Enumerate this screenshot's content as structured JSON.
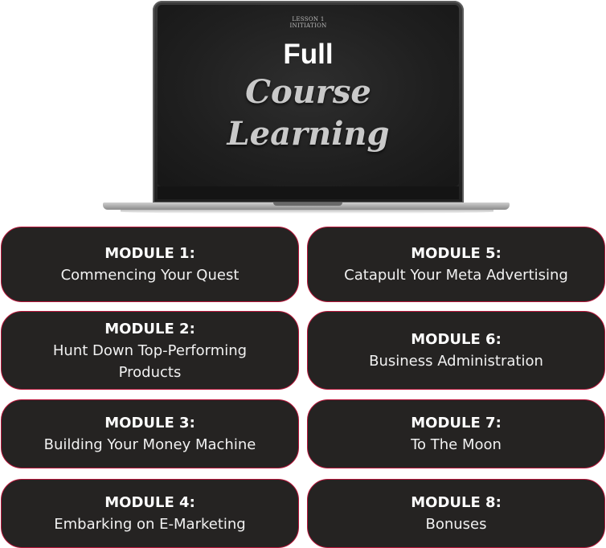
{
  "screen": {
    "lesson_line1": "LESSON 1",
    "lesson_line2": "INITIATION",
    "title_line1": "Full",
    "title_line2": "Course",
    "title_line3": "Learning"
  },
  "modules": [
    {
      "title": "MODULE 1:",
      "subtitle_lines": [
        "Commencing Your Quest"
      ]
    },
    {
      "title": "MODULE 2:",
      "subtitle_lines": [
        "Hunt Down Top-Performing",
        "Products"
      ]
    },
    {
      "title": "MODULE 3:",
      "subtitle_lines": [
        "Building Your Money Machine"
      ]
    },
    {
      "title": "MODULE 4:",
      "subtitle_lines": [
        "Embarking on E-Marketing"
      ]
    },
    {
      "title": "MODULE 5:",
      "subtitle_lines": [
        "Catapult Your Meta Advertising"
      ]
    },
    {
      "title": "MODULE 6:",
      "subtitle_lines": [
        "Business Administration"
      ]
    },
    {
      "title": "MODULE 7:",
      "subtitle_lines": [
        "To The Moon"
      ]
    },
    {
      "title": "MODULE 8:",
      "subtitle_lines": [
        "Bonuses"
      ]
    }
  ],
  "colors": {
    "card_background": "#252322",
    "card_border": "#b7163a",
    "screen_background": "#1f1f1f"
  }
}
